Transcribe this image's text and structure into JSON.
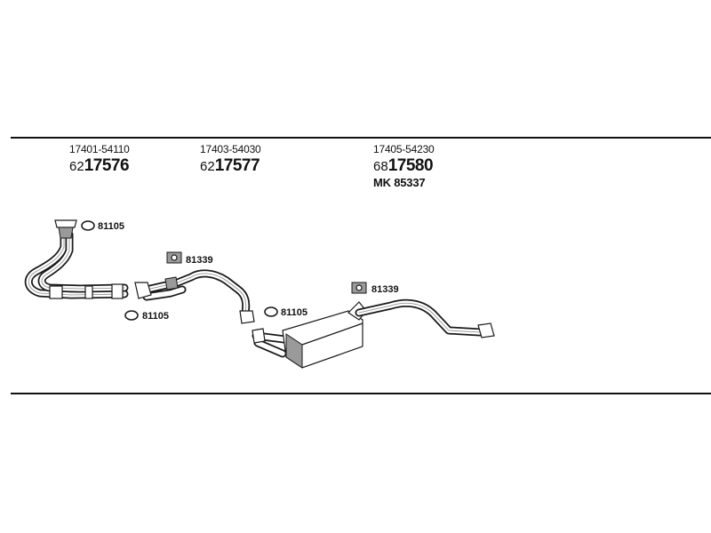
{
  "parts": [
    {
      "oem": "17401-54110",
      "prefix": "62",
      "code": "17576"
    },
    {
      "oem": "17403-54030",
      "prefix": "62",
      "code": "17577"
    },
    {
      "oem": "17405-54230",
      "prefix": "68",
      "code": "17580",
      "mk": "MK  85337"
    }
  ],
  "callouts": {
    "gasket_top": "81105",
    "gasket_bottom_left": "81105",
    "gasket_middle": "81105",
    "mount_left": "81339",
    "mount_right": "81339"
  }
}
